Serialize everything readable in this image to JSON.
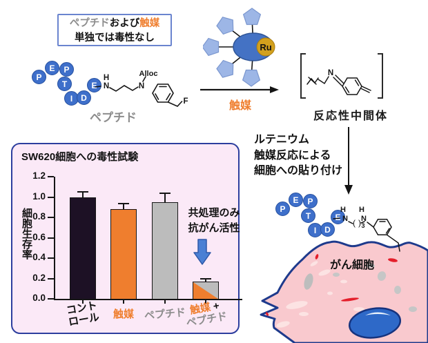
{
  "info_box": {
    "peptide": "ペプチド",
    "and": "および",
    "catalyst": "触媒",
    "line2": "単独では毒性なし"
  },
  "molecule": {
    "letters": [
      "P",
      "E",
      "P",
      "T",
      "I",
      "D",
      "E"
    ],
    "label": "ペプチド",
    "h": "H",
    "n": "N",
    "alloc": "Alloc",
    "f": "F"
  },
  "ru_complex": {
    "ru": "Ru"
  },
  "reaction": {
    "arrow_label": "触媒"
  },
  "intermediate": {
    "n": "N",
    "label": "反応性中間体"
  },
  "process": {
    "lines": [
      "ルテニウム",
      "触媒反応による",
      "細胞への貼り付け"
    ]
  },
  "chart_data": {
    "type": "bar",
    "title": "SW620細胞への毒性試験",
    "ylabel": "細胞生存率",
    "xlabel": "",
    "ylim": [
      0,
      1.2
    ],
    "yticks": [
      "0.0",
      "0.2",
      "0.4",
      "0.6",
      "0.8",
      "1.0",
      "1.2"
    ],
    "categories": [
      "コントロール",
      "触媒",
      "ペプチド",
      "触媒 + ペプチド"
    ],
    "values": [
      1.0,
      0.88,
      0.95,
      0.17
    ],
    "errors": [
      0.05,
      0.055,
      0.085,
      0.03
    ],
    "bar_colors": [
      "#1D1125",
      "#EF7E2E",
      "#BCBCBC",
      "split"
    ],
    "split_colors": [
      "#EF7E2E",
      "#BCBCBC"
    ],
    "grid": false,
    "annotation": {
      "lines": [
        "共処理のみ",
        "抗がん活性"
      ]
    },
    "xtick_labels": [
      {
        "rotate": -10,
        "lines": [
          [
            {
              "text": "コント",
              "color": "#111111"
            }
          ],
          [
            {
              "text": "ロール",
              "color": "#111111"
            }
          ]
        ]
      },
      {
        "rotate": 0,
        "lines": [
          [
            {
              "text": "触媒",
              "color": "#EF7E2E"
            }
          ]
        ]
      },
      {
        "rotate": -5,
        "lines": [
          [
            {
              "text": "ペプチド",
              "color": "#8C8C8C"
            }
          ]
        ]
      },
      {
        "rotate": -10,
        "lines": [
          [
            {
              "text": "触媒",
              "color": "#EF7E2E"
            },
            {
              "text": " +",
              "color": "#111111"
            }
          ],
          [
            {
              "text": "ペプチド",
              "color": "#8C8C8C"
            }
          ]
        ]
      }
    ]
  },
  "cell": {
    "label": "がん細胞",
    "h": "H",
    "n": "N",
    "paren_open": "(",
    "paren_close": ")",
    "sub": "3"
  },
  "colors": {
    "orange": "#EF7E2E",
    "gray_text": "#8C8C8C",
    "bead_blue": "#3E6FCA",
    "pentagon_blue": "#9DB6E6",
    "ellipse_blue": "#4472C4",
    "ru_gold": "#D2A01D",
    "chart_border_navy": "#2C3E9E",
    "chart_bg_pink": "#FBE9F7",
    "cell_pink": "#F9C9CE",
    "membrane_navy": "#1E3A8C",
    "nucleus_blue": "#2E69C8",
    "bar_dark": "#1D1125",
    "arrow_blue": "#4A80D4"
  }
}
